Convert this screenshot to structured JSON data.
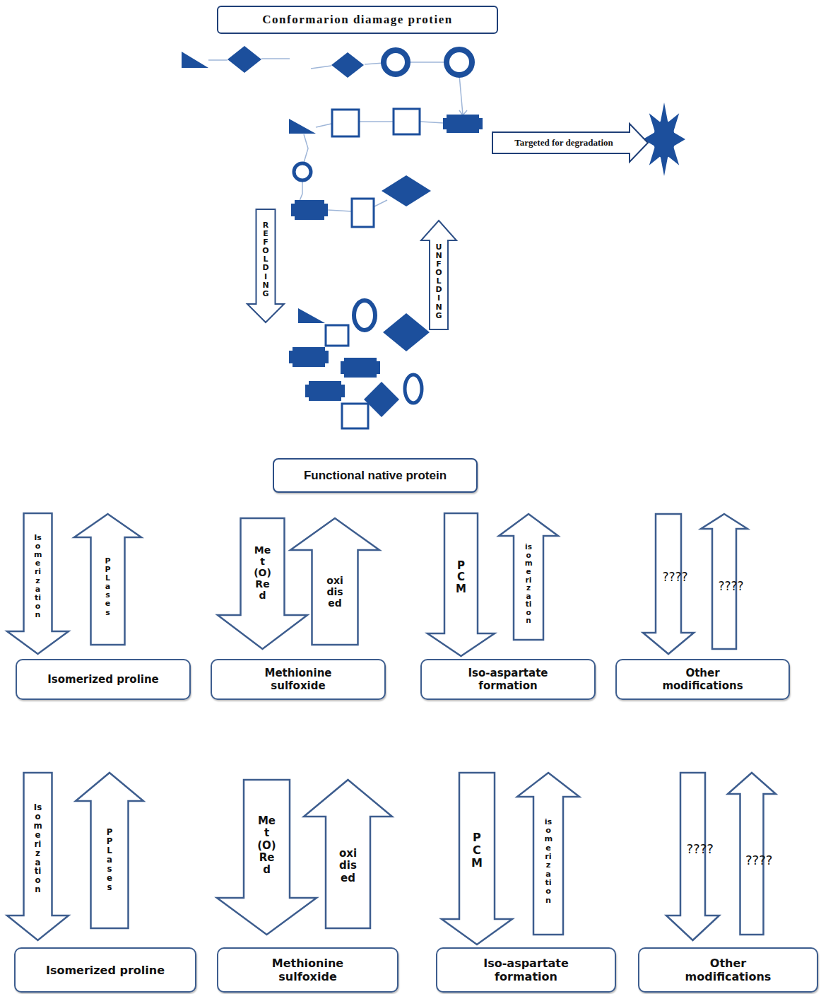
{
  "diagram": {
    "nodes": [
      {
        "text": [
          "Conformarion diamage protien"
        ]
      },
      {
        "text": [
          "Targeted for degradation"
        ]
      },
      {
        "text": [
          "REFOLDING"
        ]
      },
      {
        "text": [
          "UNFOLDING"
        ]
      },
      {
        "text": [
          "Functional native protein"
        ]
      },
      {
        "text": [
          "Isomerization"
        ]
      },
      {
        "text": [
          "PPLases"
        ]
      },
      {
        "text": [
          "Isomerized proline"
        ]
      },
      {
        "text": [
          "Met(O)Red"
        ]
      },
      {
        "text": [
          "oxidised"
        ]
      },
      {
        "text": [
          "Methionine sulfoxide"
        ]
      },
      {
        "text": [
          "PCM"
        ]
      },
      {
        "text": [
          "isomerization"
        ]
      },
      {
        "text": [
          "Iso-aspartate formation"
        ]
      },
      {
        "text": [
          "????"
        ]
      },
      {
        "text": [
          "????"
        ]
      },
      {
        "text": [
          "Other modifications"
        ]
      },
      {
        "text": [
          "Isomerization"
        ]
      },
      {
        "text": [
          "PPLases"
        ]
      },
      {
        "text": [
          "Isomerized proline"
        ]
      },
      {
        "text": [
          "Met(O)Red"
        ]
      },
      {
        "text": [
          "oxidised"
        ]
      },
      {
        "text": [
          "Methionine sulfoxide"
        ]
      },
      {
        "text": [
          "PCM"
        ]
      },
      {
        "text": [
          "isomerization"
        ]
      },
      {
        "text": [
          "Iso-aspartate formation"
        ]
      },
      {
        "text": [
          "????"
        ]
      },
      {
        "text": [
          "????"
        ]
      },
      {
        "text": [
          "Other modifications"
        ]
      }
    ]
  }
}
